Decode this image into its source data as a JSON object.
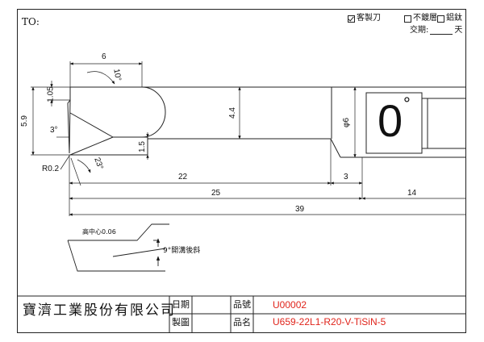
{
  "header": {
    "to_label": "TO:",
    "options": [
      {
        "label": "客製刀",
        "checked": true
      },
      {
        "label": "不鍍層",
        "checked": false
      },
      {
        "label": "鋁鈦",
        "checked": false
      }
    ],
    "lead_time_label": "交期:",
    "lead_time_value": "",
    "lead_time_unit": "天"
  },
  "dimensions": {
    "top_width": "6",
    "top_angle": "10°",
    "tip_height": "1.05",
    "left_height": "5.9",
    "side_angle": "3°",
    "corner_radius": "R0.2",
    "bottom_angle": "23°",
    "neck_diameter": "4.4",
    "step_height": "1.5",
    "shank_diameter": "φ6",
    "neck_length": "22",
    "taper_length": "3",
    "cut_length": "25",
    "shank_segment": "14",
    "total_length": "39"
  },
  "angle_marker": {
    "value": "0",
    "symbol": "°"
  },
  "detail_view": {
    "center_note": "高中心0.06",
    "relief_note": "9°開溝後斜"
  },
  "title_block": {
    "company": "寶濟工業股份有限公司",
    "date_label": "日期",
    "drawn_label": "製圖",
    "part_no_label": "品號",
    "part_name_label": "品名",
    "part_no": "U00002",
    "part_name": "U659-22L1-R20-V-TiSiN-5"
  }
}
